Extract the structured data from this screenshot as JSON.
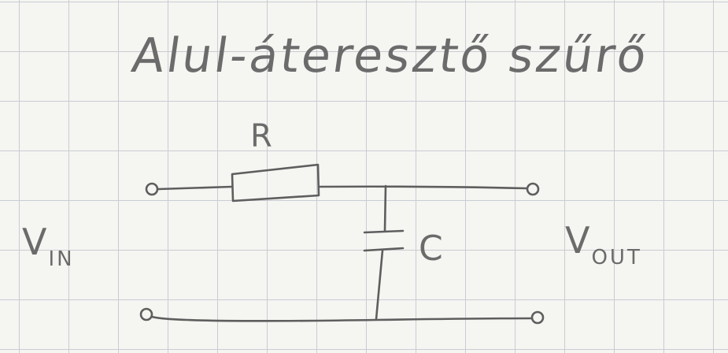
{
  "title": "Alul-áteresztő szűrő",
  "labels": {
    "resistor": "R",
    "capacitor": "C",
    "v_in_main": "V",
    "v_in_sub": "IN",
    "v_out_main": "V",
    "v_out_sub": "OUT"
  }
}
